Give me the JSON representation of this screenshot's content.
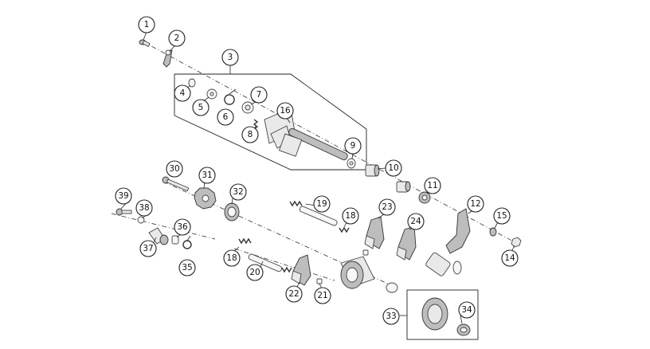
{
  "diagram": {
    "callouts": {
      "c1": "1",
      "c2": "2",
      "c3": "3",
      "c4": "4",
      "c5": "5",
      "c6": "6",
      "c7": "7",
      "c8": "8",
      "c9": "9",
      "c10": "10",
      "c11": "11",
      "c12": "12",
      "c14": "14",
      "c15": "15",
      "c16": "16",
      "c18a": "18",
      "c18b": "18",
      "c19": "19",
      "c20": "20",
      "c21": "21",
      "c22": "22",
      "c23": "23",
      "c24": "24",
      "c30": "30",
      "c31": "31",
      "c32": "32",
      "c33": "33",
      "c34": "34",
      "c35": "35",
      "c36": "36",
      "c37": "37",
      "c38": "38",
      "c39": "39"
    }
  }
}
